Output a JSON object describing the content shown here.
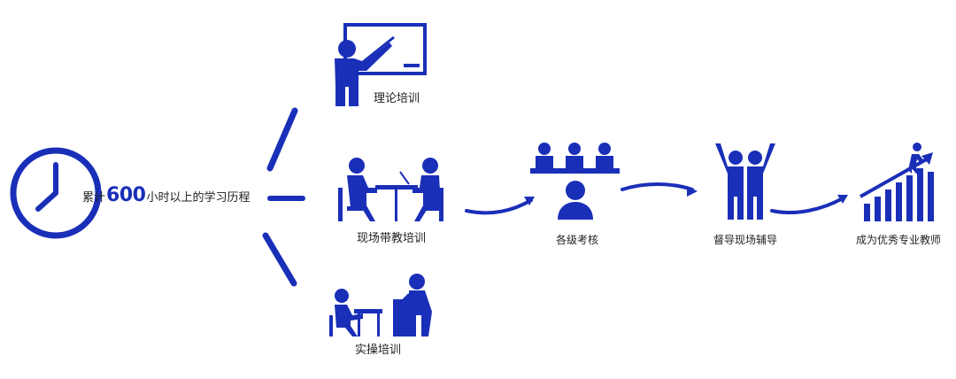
{
  "start": {
    "prefix": "累计",
    "hours": "600",
    "suffix": "小时以上的学习历程"
  },
  "branches": [
    {
      "label": "理论培训"
    },
    {
      "label": "现场带教培训"
    },
    {
      "label": "实操培训"
    }
  ],
  "steps": [
    {
      "label": "各级考核"
    },
    {
      "label": "督导现场辅导"
    },
    {
      "label": "成为优秀专业教师"
    }
  ],
  "colors": {
    "accent": "#1a2fb8"
  }
}
